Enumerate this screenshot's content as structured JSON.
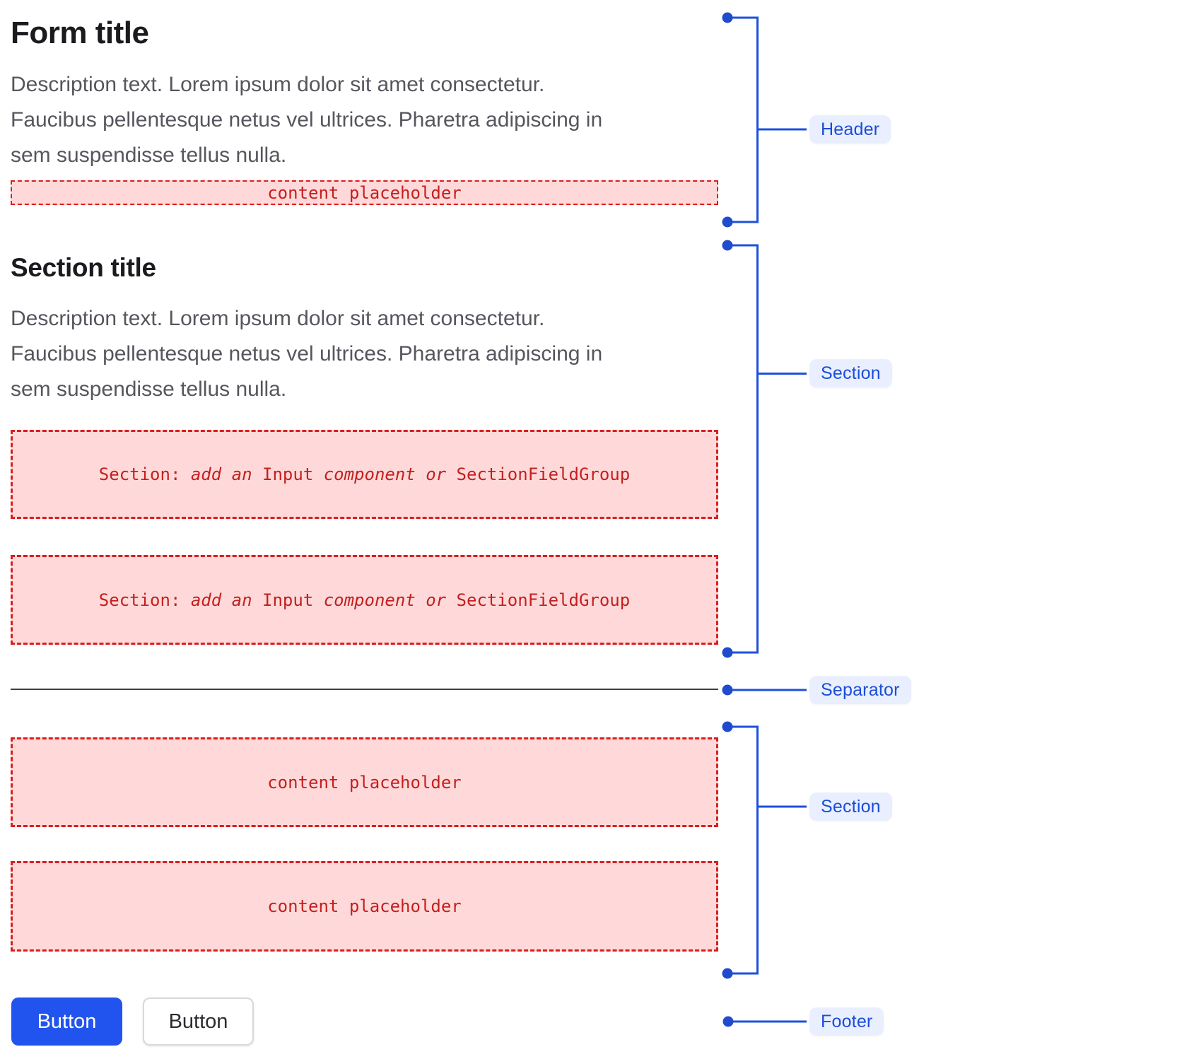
{
  "form": {
    "title": "Form title",
    "description": "Description text. Lorem ipsum dolor sit amet consectetur.\nFaucibus pellentesque netus vel ultrices. Pharetra adipiscing in\nsem suspendisse tellus nulla.",
    "header_placeholder": "content placeholder",
    "section1": {
      "title": "Section title",
      "description": "Description text. Lorem ipsum dolor sit amet consectetur.\nFaucibus pellentesque netus vel ultrices. Pharetra adipiscing in\nsem suspendisse tellus nulla.",
      "box_segments": [
        {
          "text": "Section: ",
          "italic": false
        },
        {
          "text": "add an ",
          "italic": true
        },
        {
          "text": "Input",
          "italic": false
        },
        {
          "text": " component or ",
          "italic": true
        },
        {
          "text": "SectionFieldGroup",
          "italic": false
        }
      ]
    },
    "section2": {
      "placeholders": [
        "content placeholder",
        "content placeholder"
      ]
    },
    "footer": {
      "primary_label": "Button",
      "secondary_label": "Button"
    }
  },
  "annotations": {
    "header_label": "Header",
    "section1_label": "Section",
    "separator_label": "Separator",
    "section2_label": "Section",
    "footer_label": "Footer"
  },
  "colors": {
    "accent_blue": "#1e50dc",
    "pill_bg": "#e9efff",
    "pill_text": "#1b4ed6",
    "placeholder_bg": "#ffd9d9",
    "placeholder_border": "#d81f1f",
    "placeholder_text": "#c41f1f",
    "primary_button_bg": "#2154ee",
    "separator_line": "#3f3f46"
  }
}
